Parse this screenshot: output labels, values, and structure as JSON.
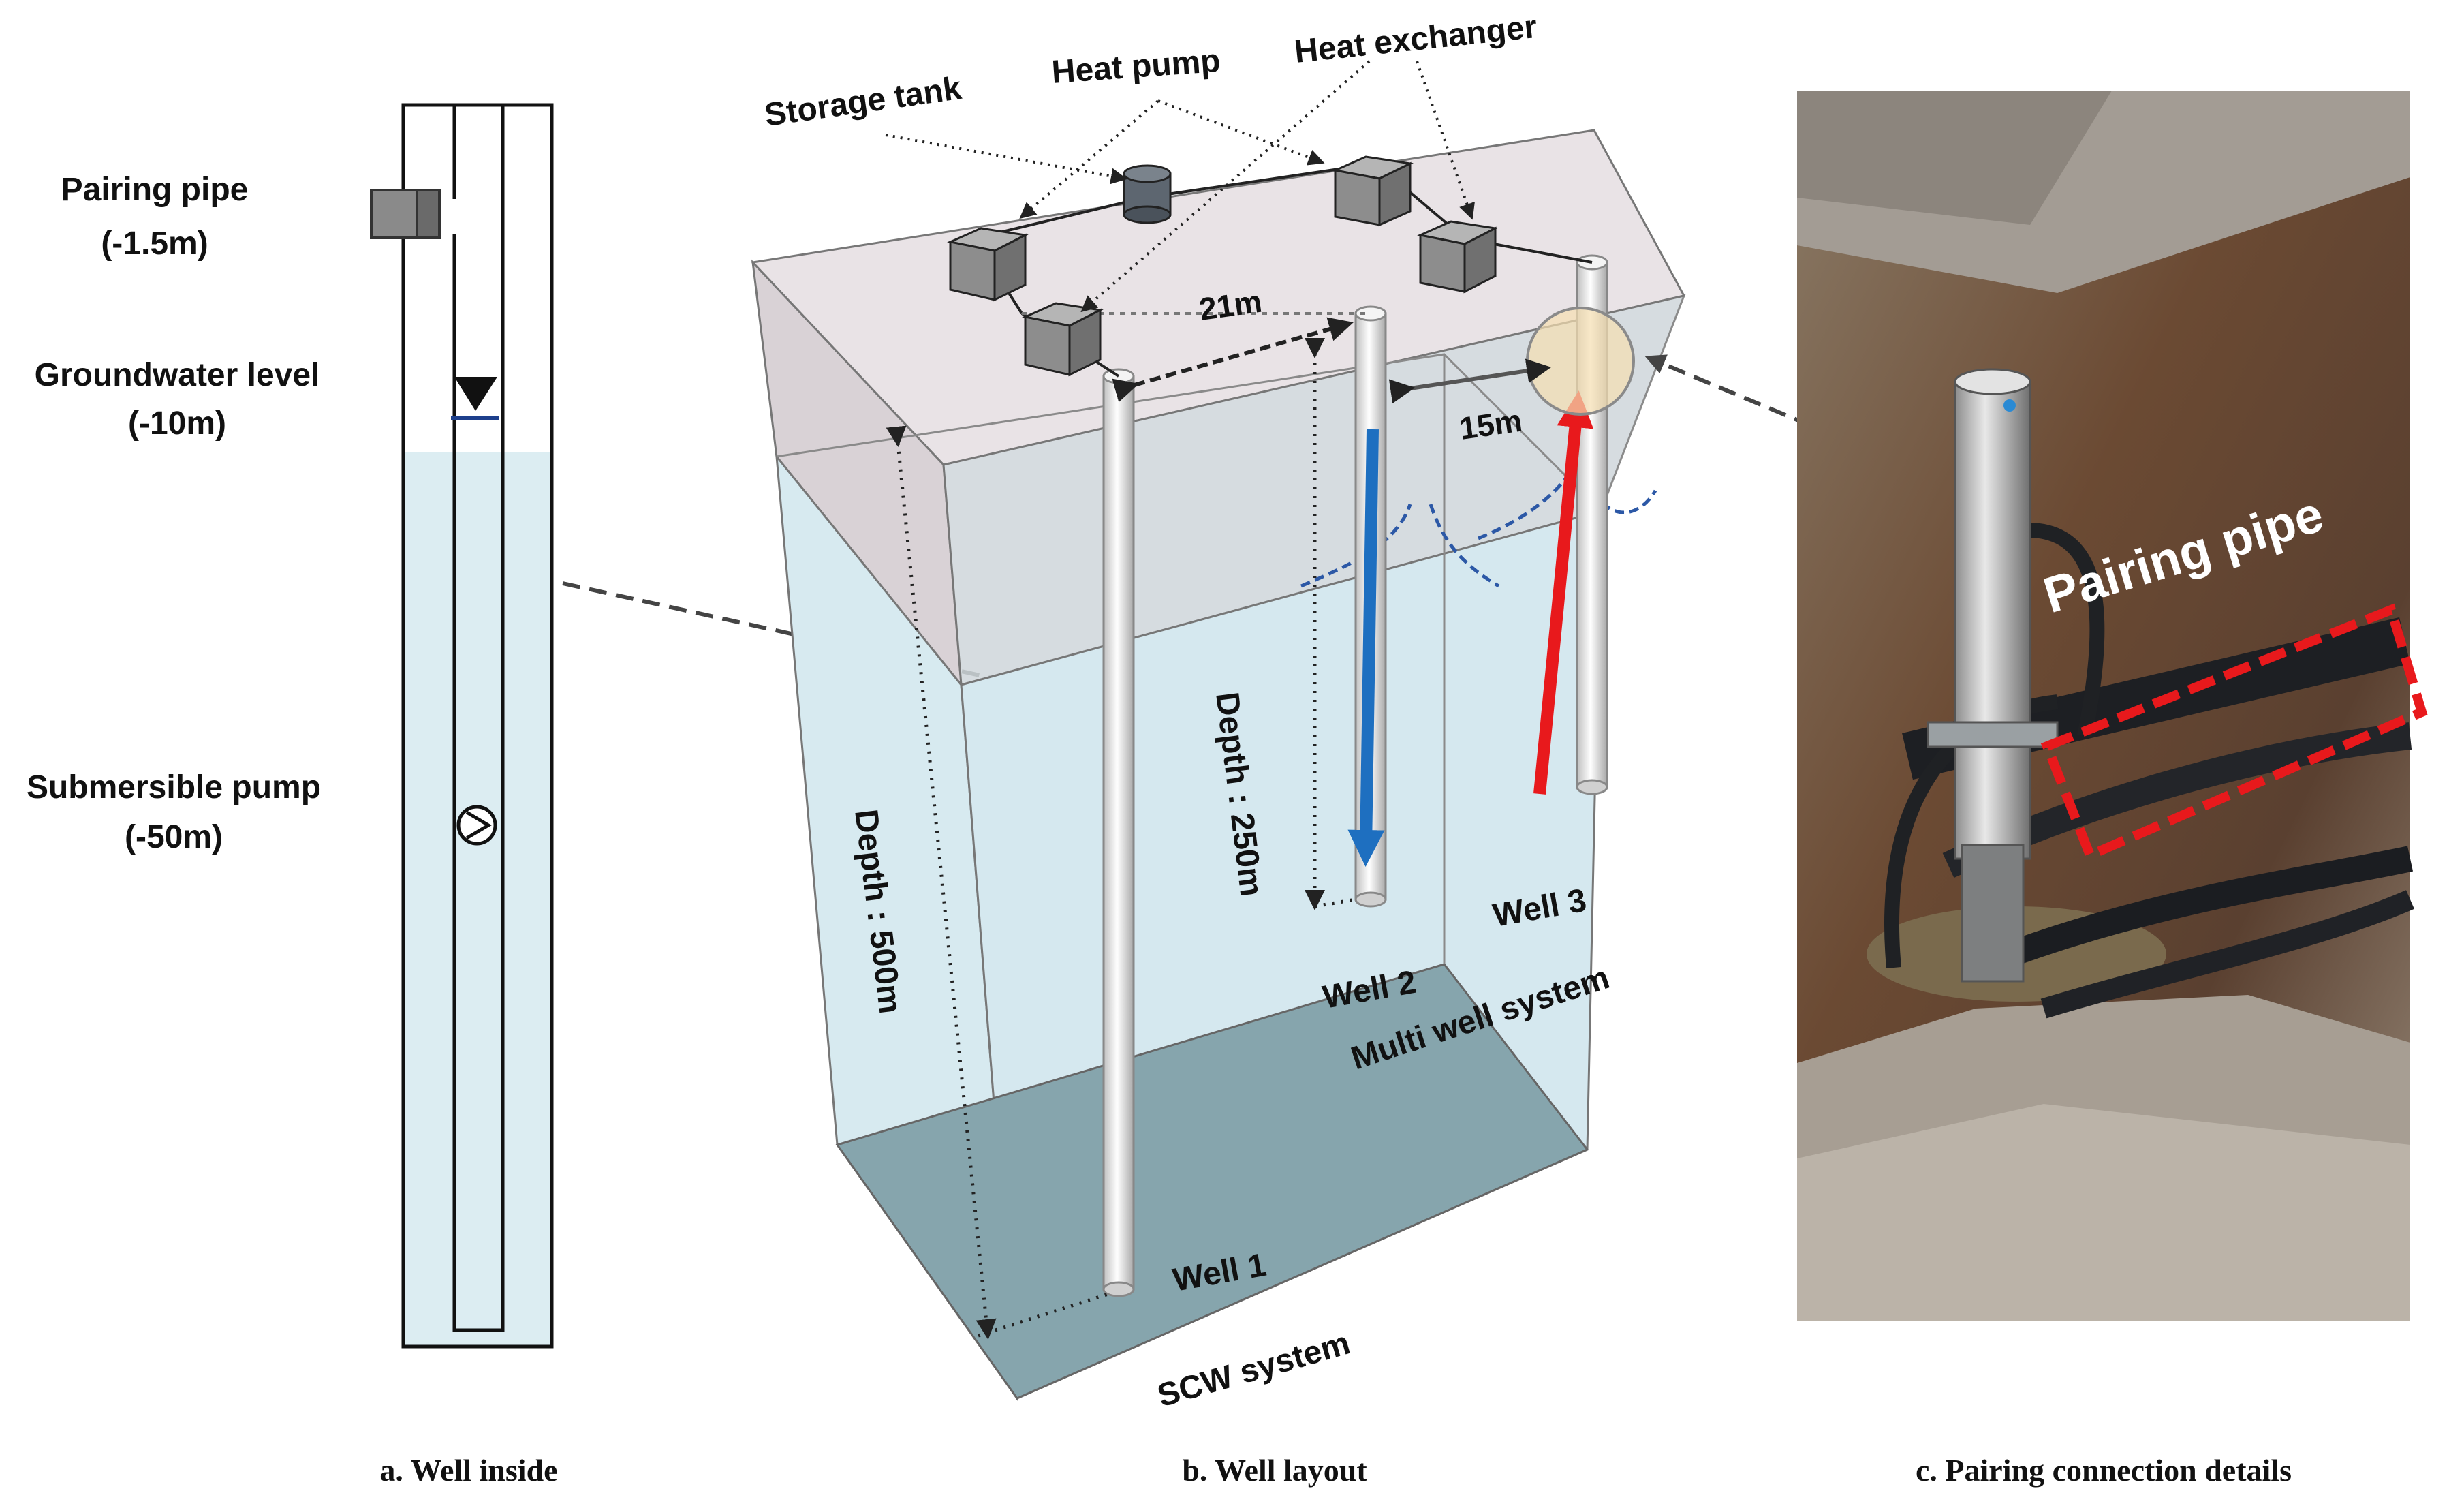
{
  "panel_a": {
    "pairing_pipe": "Pairing pipe",
    "pairing_pipe_depth": "(-1.5m)",
    "groundwater_level": "Groundwater level",
    "groundwater_depth": "(-10m)",
    "submersible_pump": "Submersible pump",
    "pump_depth": "(-50m)",
    "caption": "a. Well inside"
  },
  "panel_b": {
    "storage_tank": "Storage tank",
    "heat_pump": "Heat pump",
    "heat_exchanger": "Heat exchanger",
    "dist_21": "21m",
    "dist_15": "15m",
    "depth_500": "Depth : 500m",
    "depth_250": "Depth : 250m",
    "well1": "Well 1",
    "well2": "Well 2",
    "well3": "Well 3",
    "multi_well": "Multi well system",
    "scw": "SCW system",
    "caption": "b. Well layout"
  },
  "panel_c": {
    "pairing_pipe": "Pairing pipe",
    "caption": "c. Pairing connection details"
  },
  "colors": {
    "water": "#dcedf2",
    "ground": "#e6dfe3",
    "bottom": "#86a5ad",
    "cold_arrow": "#1e6fc0",
    "hot_arrow": "#e8191c",
    "highlight": "#f5deb0",
    "dashed_box": "#e8191c"
  }
}
